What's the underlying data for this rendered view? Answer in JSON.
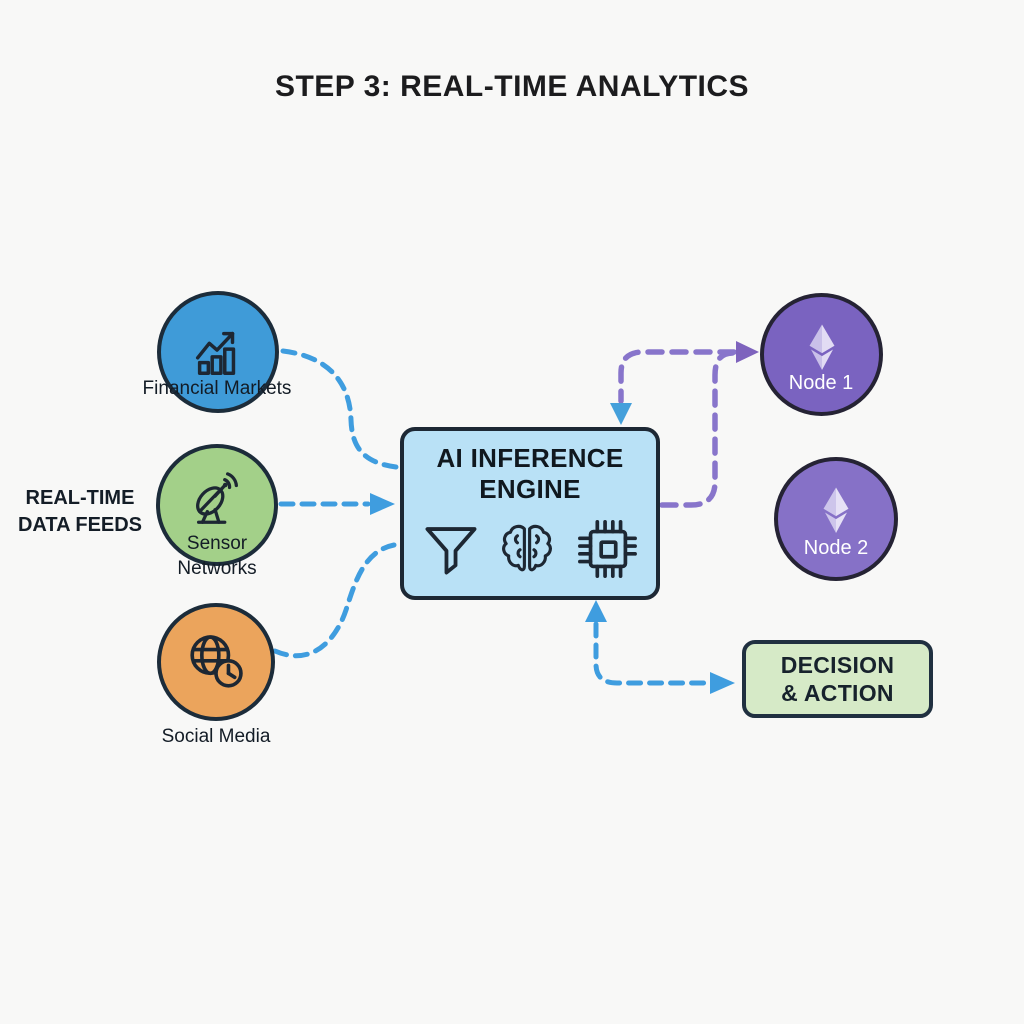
{
  "title": "STEP 3: REAL-TIME ANALYTICS",
  "data_feeds": {
    "group_label_line1": "REAL-TIME",
    "group_label_line2": "DATA FEEDS",
    "financial": {
      "label": "Financial Markets",
      "icon": "trend-bar-chart-icon",
      "fill": "#3f9bd8"
    },
    "sensor": {
      "label_line1": "Sensor",
      "label_line2": "Networks",
      "icon": "satellite-dish-icon",
      "fill": "#a3d089"
    },
    "social": {
      "label": "Social Media",
      "icon": "globe-clock-icon",
      "fill": "#eba45c"
    }
  },
  "engine": {
    "title_line1": "AI INFERENCE",
    "title_line2": "ENGINE",
    "icons": [
      "funnel-icon",
      "brain-icon",
      "chip-icon"
    ],
    "fill": "#b9e1f6"
  },
  "nodes": [
    {
      "label": "Node 1",
      "icon": "ethereum-icon",
      "fill": "#7a63c0"
    },
    {
      "label": "Node 2",
      "icon": "ethereum-icon",
      "fill": "#8671c7"
    }
  ],
  "decision": {
    "label_line1": "DECISION",
    "label_line2": "& ACTION",
    "fill": "#d6eac7"
  },
  "colors": {
    "background": "#f8f8f7",
    "blue_connector": "#3f9ddf",
    "purple_connector": "#8875cb",
    "outline": "#1c2c3a",
    "title_text": "#1c1c1e",
    "node_text": "#ffffff"
  }
}
